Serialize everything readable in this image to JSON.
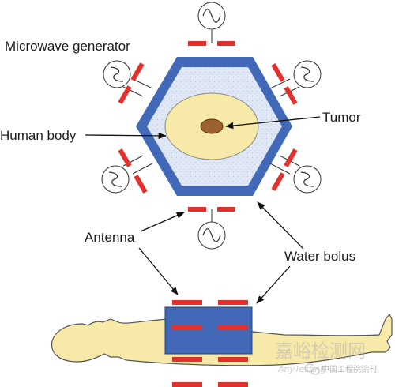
{
  "labels": {
    "microwave_generator": "Microwave generator",
    "tumor": "Tumor",
    "human_body": "Human body",
    "antenna": "Antenna",
    "water_bolus": "Water bolus"
  },
  "watermark": {
    "line1": "嘉峪检测网",
    "line2_latin": "AnyTesting",
    "line2_cjk": "中国工程院院刊"
  },
  "colors": {
    "applicator_blue": "#4169b8",
    "water_bolus": "#dfe8f4",
    "body_yellow": "#f7eaa8",
    "tumor_brown": "#9b6230",
    "antenna_red": "#e2302c"
  },
  "icons": {
    "generator": "sine-wave-generator-icon",
    "watermark_logo": "wechat-logo-icon"
  }
}
